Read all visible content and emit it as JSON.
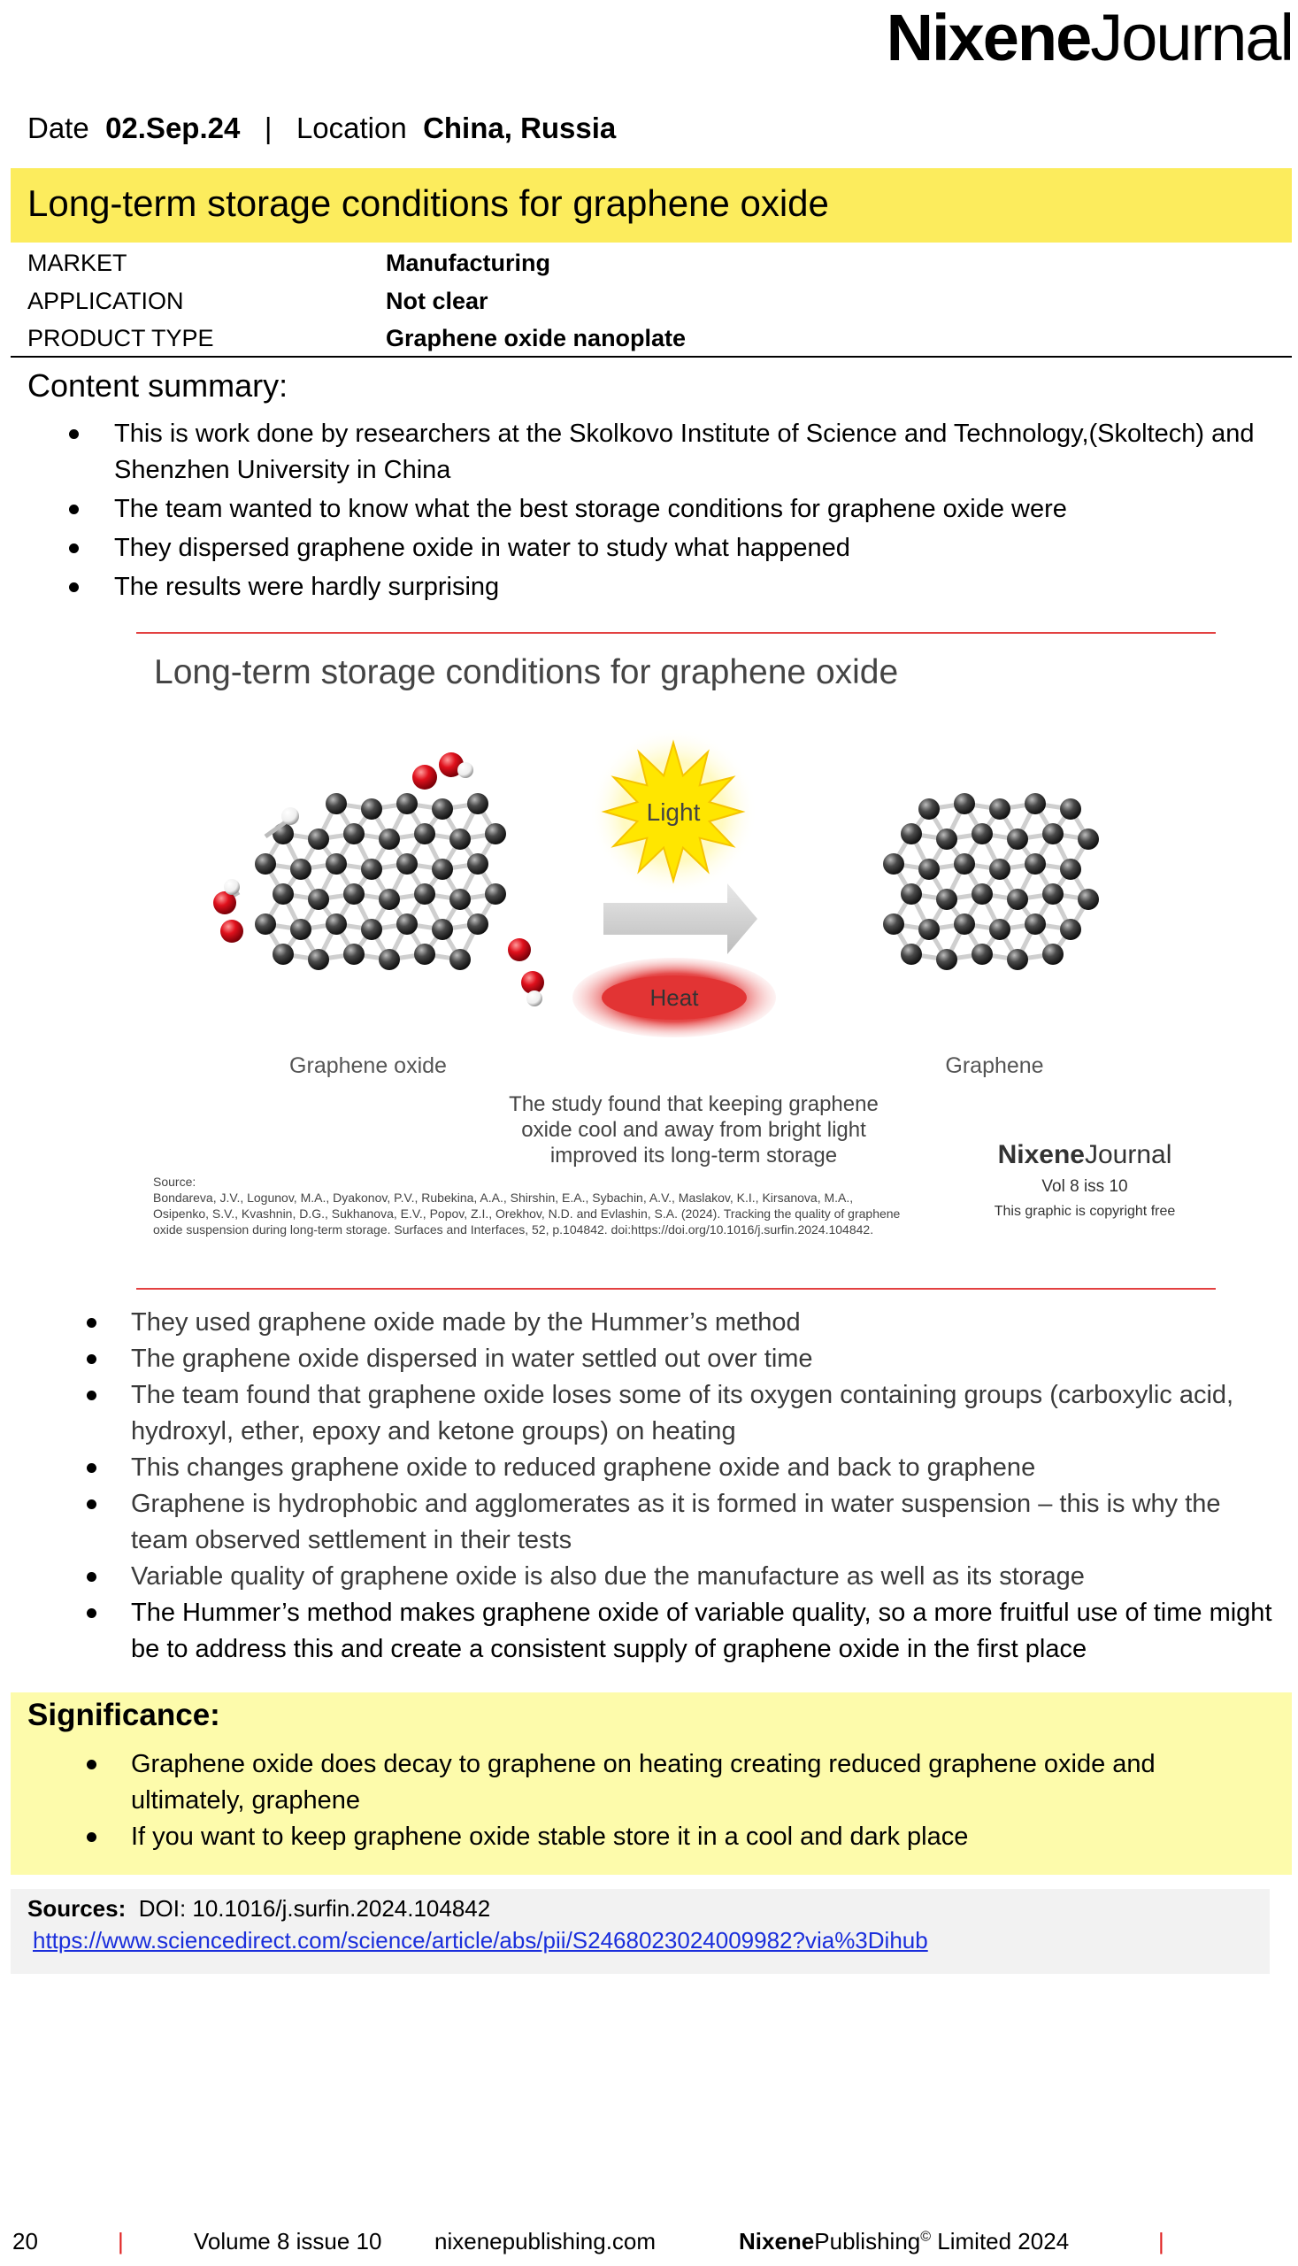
{
  "header": {
    "logo_bold": "Nixene",
    "logo_light": "Journal",
    "date_label": "Date",
    "date_value": "02.Sep.24",
    "separator": "|",
    "location_label": "Location",
    "location_value": "China, Russia"
  },
  "article": {
    "title": "Long-term storage conditions for graphene oxide",
    "meta": [
      {
        "label": "MARKET",
        "value": "Manufacturing"
      },
      {
        "label": "APPLICATION",
        "value": "Not clear"
      },
      {
        "label": "PRODUCT TYPE",
        "value": "Graphene oxide nanoplate"
      }
    ],
    "summary_heading": "Content summary:",
    "summary_items": [
      "This is work done by researchers at the Skolkovo Institute of Science and Technology,(Skoltech) and Shenzhen University in China",
      "The team wanted to know what the best storage conditions for graphene oxide were",
      "They dispersed graphene oxide in water to study what happened",
      "The results were hardly surprising"
    ]
  },
  "figure": {
    "title": "Long-term storage conditions for graphene oxide",
    "light_label": "Light",
    "heat_label": "Heat",
    "left_caption": "Graphene oxide",
    "right_caption": "Graphene",
    "finding_lines": [
      "The study found that keeping graphene",
      "oxide cool and away from bright light",
      "improved its long-term storage"
    ],
    "source_label": "Source:",
    "source_lines": [
      "Bondareva, J.V., Logunov, M.A., Dyakonov, P.V., Rubekina, A.A., Shirshin, E.A., Sybachin, A.V., Maslakov, K.I., Kirsanova, M.A.,",
      "Osipenko, S.V., Kvashnin, D.G., Sukhanova, E.V., Popov, Z.I., Orekhov, N.D. and Evlashin, S.A. (2024). Tracking the quality of graphene",
      "oxide suspension during long-term storage. Surfaces and Interfaces, 52, p.104842. doi:https://doi.org/10.1016/j.surfin.2024.104842."
    ],
    "logo_bold": "Nixene",
    "logo_light": "Journal",
    "volume": "Vol 8  iss 10",
    "copyright": "This graphic is copyright free",
    "colors": {
      "oxygen": "#e0101c",
      "carbon": "#3a3a3a",
      "hydrogen": "#ffffff",
      "sun": "#ffe600",
      "heat": "#e23434"
    }
  },
  "findings": [
    "They used graphene oxide made by the Hummer’s method",
    "The graphene oxide dispersed in water settled out over time",
    "The team found that graphene oxide loses some of its oxygen containing groups (carboxylic acid, hydroxyl, ether, epoxy and ketone groups) on heating",
    "This changes graphene oxide to reduced graphene oxide and back to graphene",
    "Graphene is hydrophobic and agglomerates as it is formed in water suspension – this is why the team observed settlement in their tests",
    "Variable quality of graphene oxide is also due the manufacture as well as its storage",
    "The Hummer’s method makes graphene oxide of variable quality, so a more fruitful use of time might be to address this  and create a consistent supply of graphene oxide in the first place"
  ],
  "significance": {
    "heading": "Significance:",
    "items": [
      "Graphene oxide does decay to graphene on heating creating reduced graphene oxide and ultimately, graphene",
      "If you want to keep graphene oxide stable store it in a cool and dark place"
    ]
  },
  "sources": {
    "label": "Sources:",
    "doi": "DOI: 10.1016/j.surfin.2024.104842",
    "url": "https://www.sciencedirect.com/science/article/abs/pii/S2468023024009982?via%3Dihub"
  },
  "footer": {
    "page": "20",
    "pipe": "|",
    "volume": "Volume 8 issue 10",
    "site": "nixenepublishing.com",
    "publisher_bold": "Nixene",
    "publisher_rest": "Publishing",
    "copyright_mark": "©",
    "publisher_tail": " Limited 2024"
  }
}
